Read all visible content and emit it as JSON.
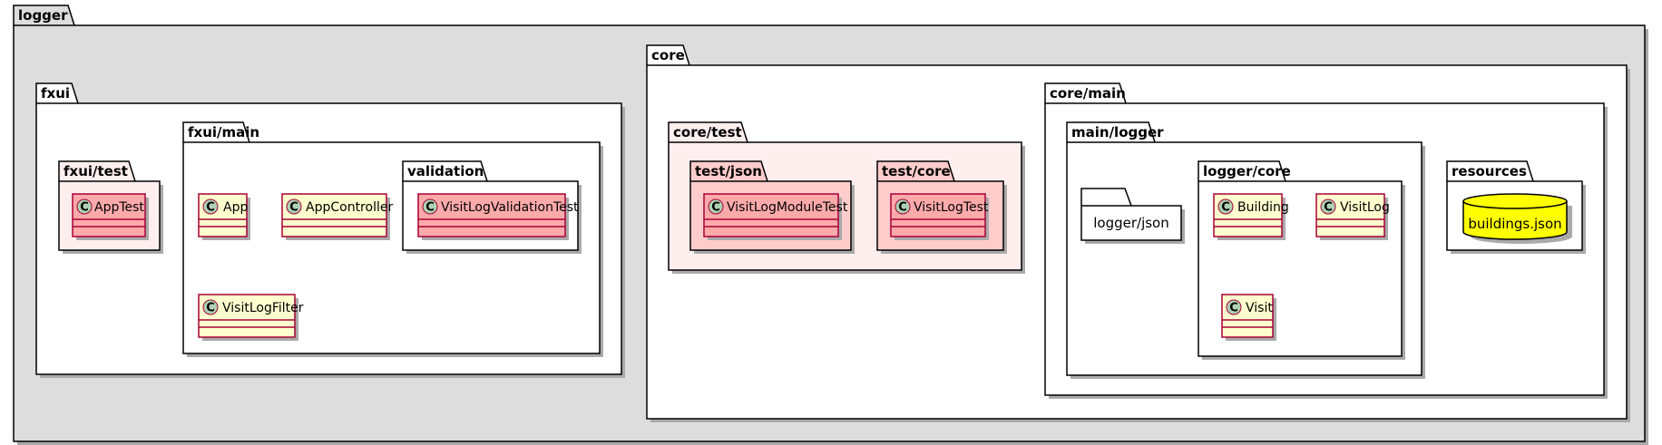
{
  "packages": {
    "logger": "logger",
    "fxui": "fxui",
    "fxui_test": "fxui/test",
    "fxui_main": "fxui/main",
    "validation": "validation",
    "core": "core",
    "core_test": "core/test",
    "test_json": "test/json",
    "test_core": "test/core",
    "core_main": "core/main",
    "main_logger": "main/logger",
    "logger_json": "logger/json",
    "logger_core": "logger/core",
    "resources": "resources"
  },
  "classes": {
    "app_test": "AppTest",
    "app": "App",
    "app_controller": "AppController",
    "visit_log_validation_test": "VisitLogValidationTest",
    "visit_log_filter": "VisitLogFilter",
    "visit_log_module_test": "VisitLogModuleTest",
    "visit_log_test": "VisitLogTest",
    "building": "Building",
    "visit_log": "VisitLog",
    "visit": "Visit"
  },
  "class_badge": "C",
  "resource_file": "buildings.json",
  "colors": {
    "outer_bg": "#DDDDDD",
    "package_bg": "#FFFFFF",
    "test_package_bg": "#FFEEEE",
    "test_json_bg": "#FFCCCC",
    "class_bg": "#FEFECE",
    "test_class_bg": "#FFAAAA",
    "class_border": "#A80036",
    "badge_bg": "#ADD1B2",
    "database_fill": "#FFFF00",
    "border": "#000000",
    "shadow": "#AAAAAA"
  }
}
